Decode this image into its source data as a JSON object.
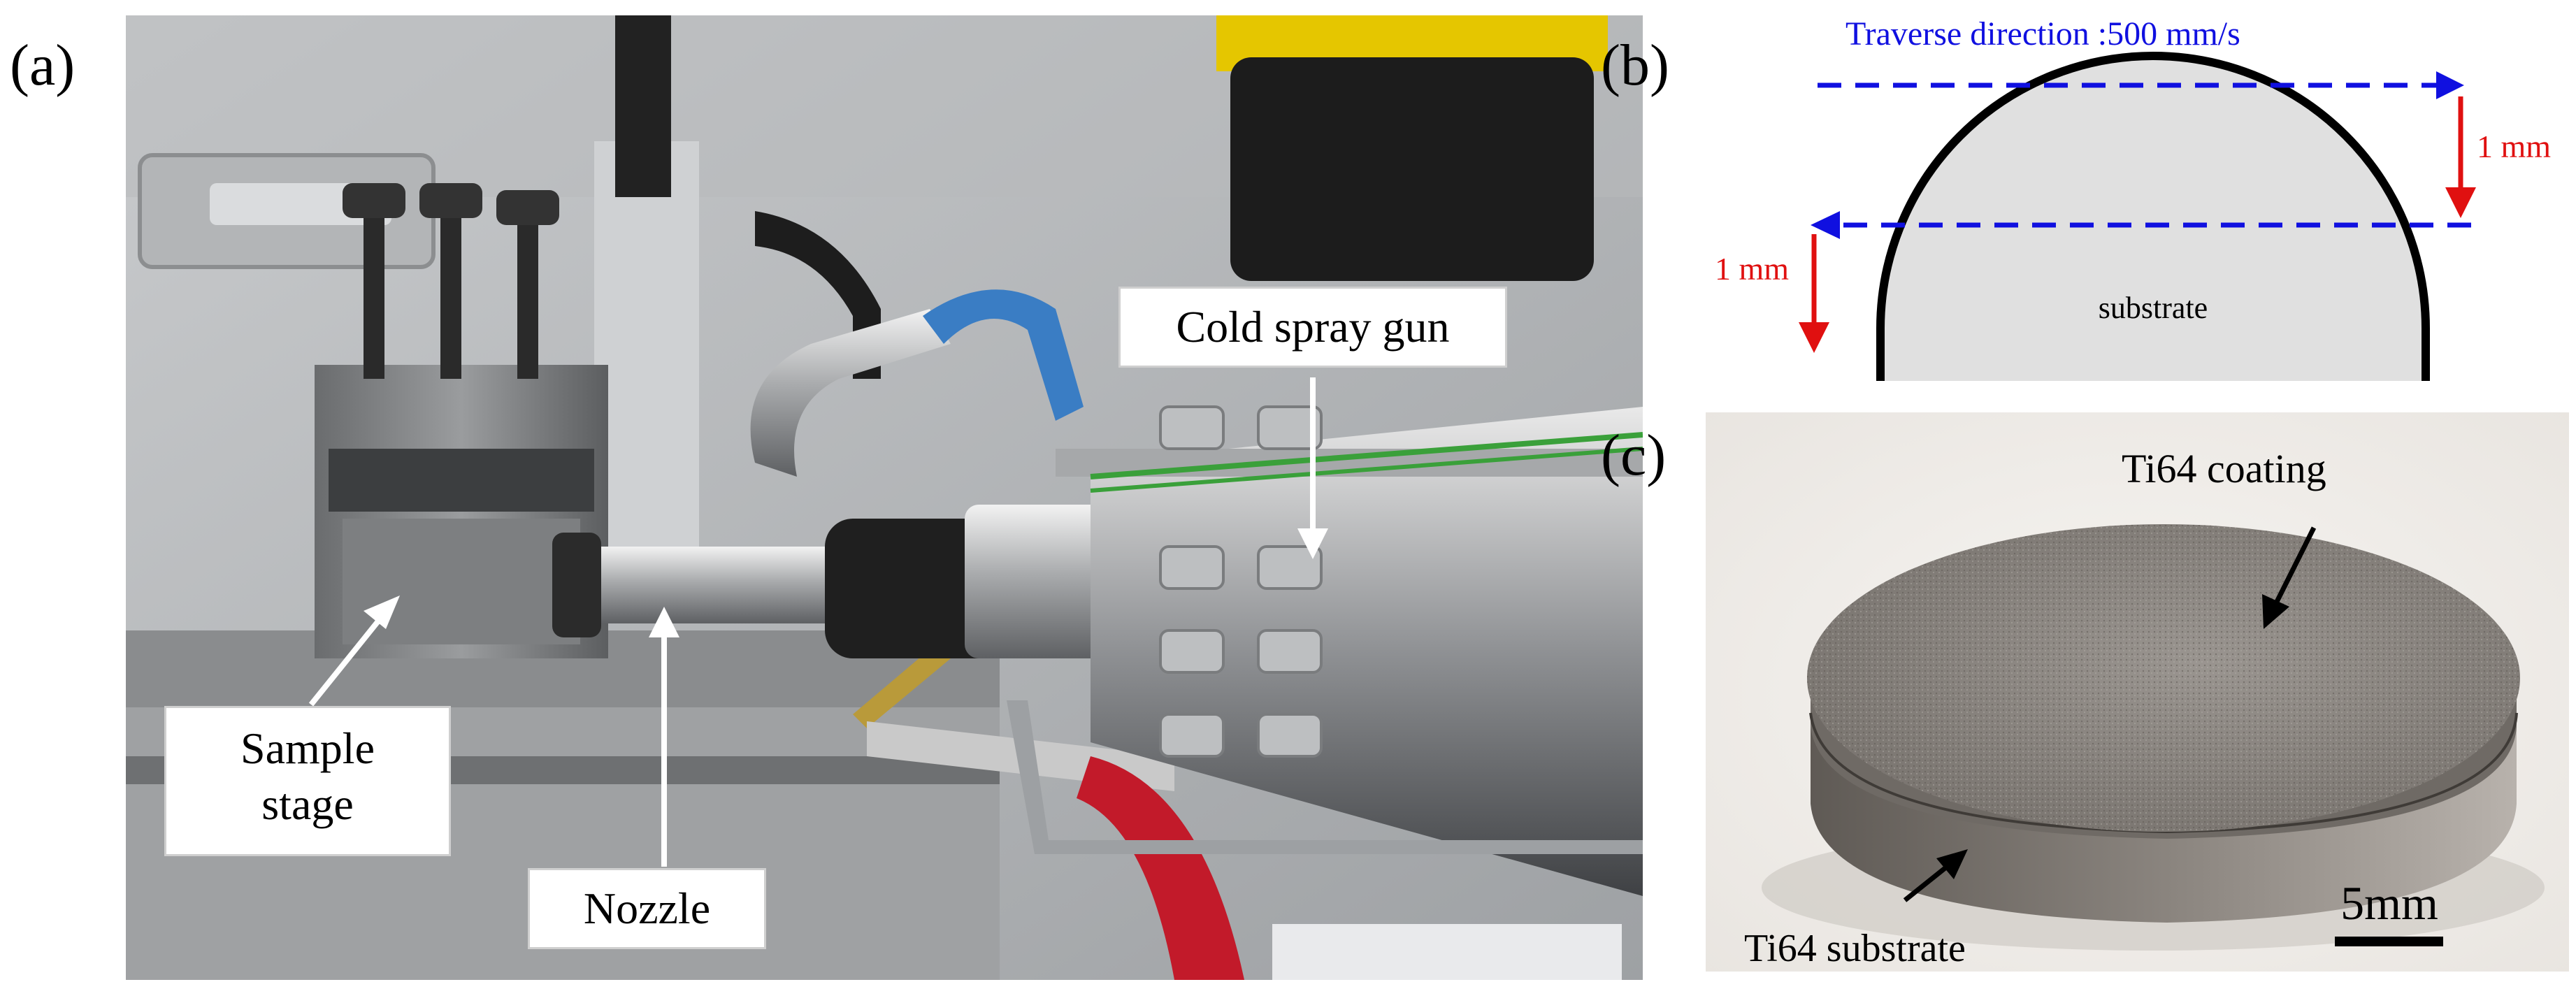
{
  "panel_a": {
    "letter": "(a)",
    "labels": {
      "cold_spray_gun": "Cold spray gun",
      "sample_stage_line1": "Sample",
      "sample_stage_line2": "stage",
      "nozzle": "Nozzle"
    }
  },
  "panel_b": {
    "letter": "(b)",
    "traverse": "Traverse direction :500 mm/s",
    "step_right": "1 mm",
    "step_left": "1 mm",
    "substrate": "substrate",
    "colors": {
      "path": "#1010e0",
      "step": "#e01010",
      "substrate_fill": "#e0e0e0"
    }
  },
  "panel_c": {
    "letter": "(c)",
    "coating": "Ti64 coating",
    "substrate": "Ti64 substrate",
    "scale": "5mm"
  }
}
